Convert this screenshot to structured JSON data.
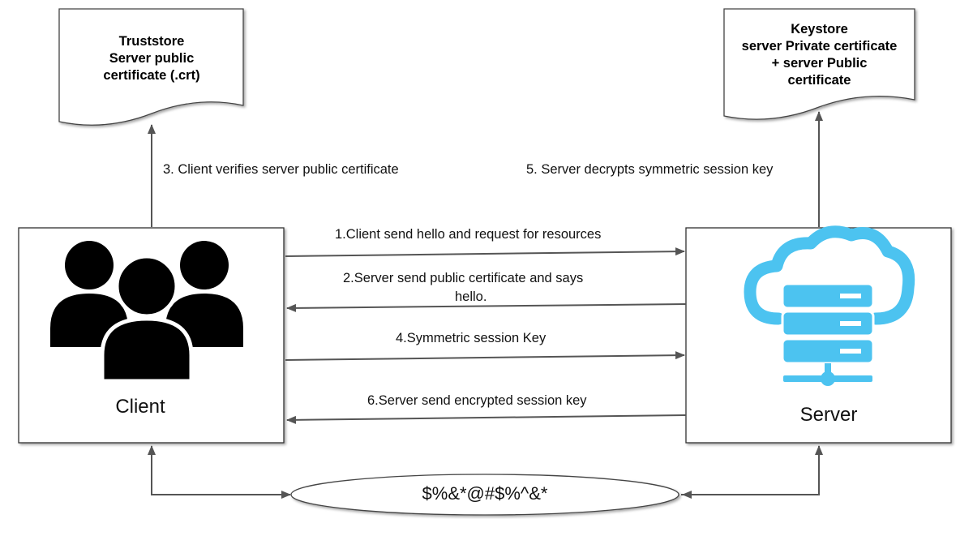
{
  "truststore": {
    "lines": [
      "Truststore",
      "Server public",
      "certificate (.crt)"
    ]
  },
  "keystore": {
    "lines": [
      "Keystore",
      "server Private certificate",
      "+ server Public",
      "certificate"
    ]
  },
  "client": {
    "label": "Client",
    "icon": "users-icon"
  },
  "server": {
    "label": "Server",
    "icon": "cloud-server-icon",
    "accent": "#4cc3f0"
  },
  "steps": {
    "verify": "3. Client verifies server public certificate",
    "decrypt": "5. Server decrypts symmetric session key",
    "hello": "1.Client send hello and request for resources",
    "cert_line1": "2.Server send public certificate and says",
    "cert_line2": "hello.",
    "session_key": "4.Symmetric session Key",
    "encrypted_key": "6.Server send encrypted session key"
  },
  "channel": {
    "cipher_text": "$%&*@#$%^&*"
  },
  "colors": {
    "line": "#555555",
    "border": "#333333",
    "icon_black": "#000000"
  }
}
